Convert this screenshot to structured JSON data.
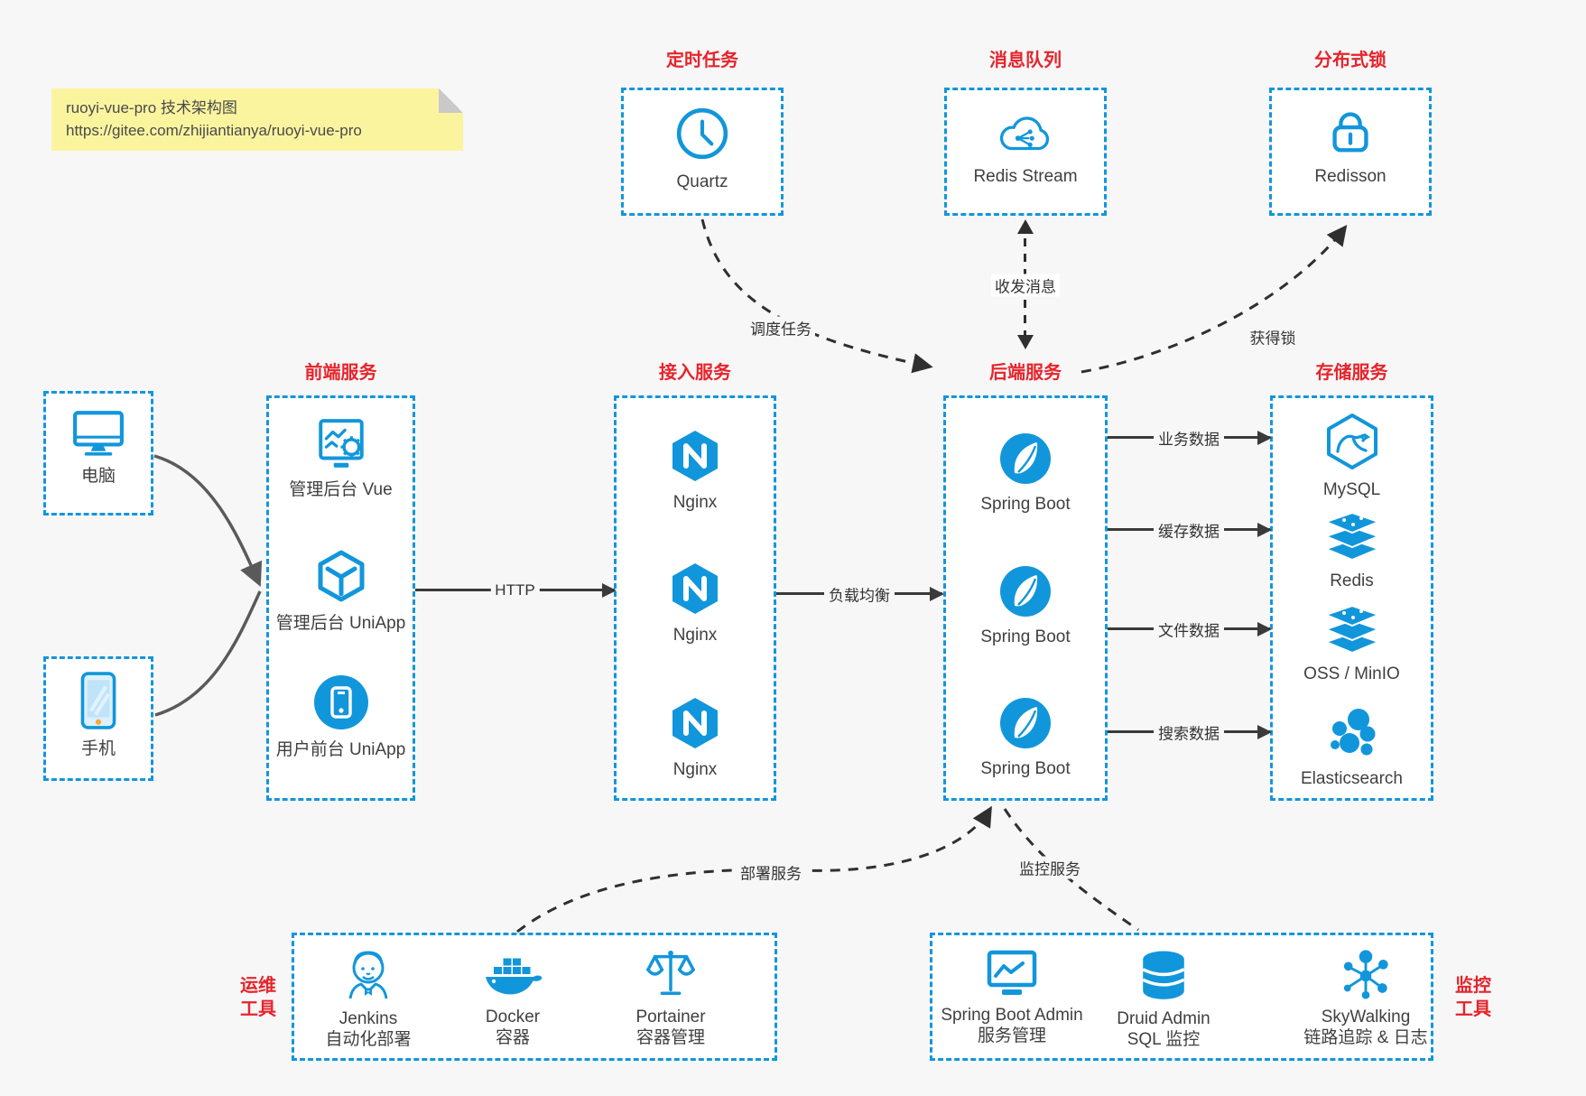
{
  "colors": {
    "accent_blue": "#1296db",
    "accent_red": "#e6242b",
    "line_dark": "#3a3a3a",
    "note_bg": "#fbf49f"
  },
  "note": {
    "line1": "ruoyi-vue-pro 技术架构图",
    "line2": "https://gitee.com/zhijiantianya/ruoyi-vue-pro"
  },
  "top_groups": [
    {
      "title": "定时任务",
      "item": {
        "label": "Quartz",
        "icon": "clock-icon"
      }
    },
    {
      "title": "消息队列",
      "item": {
        "label": "Redis Stream",
        "icon": "cloud-stream-icon"
      }
    },
    {
      "title": "分布式锁",
      "item": {
        "label": "Redisson",
        "icon": "lock-icon"
      }
    }
  ],
  "clients": [
    {
      "label": "电脑",
      "icon": "desktop-icon"
    },
    {
      "label": "手机",
      "icon": "phone-icon"
    }
  ],
  "columns": [
    {
      "title": "前端服务",
      "items": [
        {
          "label": "管理后台 Vue",
          "icon": "admin-vue-icon"
        },
        {
          "label": "管理后台 UniApp",
          "icon": "uniapp-cube-icon"
        },
        {
          "label": "用户前台 UniApp",
          "icon": "user-app-icon"
        }
      ]
    },
    {
      "title": "接入服务",
      "items": [
        {
          "label": "Nginx",
          "icon": "nginx-icon"
        },
        {
          "label": "Nginx",
          "icon": "nginx-icon"
        },
        {
          "label": "Nginx",
          "icon": "nginx-icon"
        }
      ]
    },
    {
      "title": "后端服务",
      "items": [
        {
          "label": "Spring Boot",
          "icon": "spring-boot-icon"
        },
        {
          "label": "Spring Boot",
          "icon": "spring-boot-icon"
        },
        {
          "label": "Spring Boot",
          "icon": "spring-boot-icon"
        }
      ]
    },
    {
      "title": "存储服务",
      "items": [
        {
          "label": "MySQL",
          "icon": "mysql-icon"
        },
        {
          "label": "Redis",
          "icon": "redis-stack-icon"
        },
        {
          "label": "OSS / MinIO",
          "icon": "oss-stack-icon"
        },
        {
          "label": "Elasticsearch",
          "icon": "elasticsearch-icon"
        }
      ]
    }
  ],
  "bottom_groups": [
    {
      "side_line1": "运维",
      "side_line2": "工具",
      "items": [
        {
          "title": "Jenkins",
          "subtitle": "自动化部署",
          "icon": "jenkins-icon"
        },
        {
          "title": "Docker",
          "subtitle": "容器",
          "icon": "docker-icon"
        },
        {
          "title": "Portainer",
          "subtitle": "容器管理",
          "icon": "portainer-icon"
        }
      ]
    },
    {
      "side_line1": "监控",
      "side_line2": "工具",
      "items": [
        {
          "title": "Spring Boot Admin",
          "subtitle": "服务管理",
          "icon": "sba-icon"
        },
        {
          "title": "Druid Admin",
          "subtitle": "SQL 监控",
          "icon": "druid-icon"
        },
        {
          "title": "SkyWalking",
          "subtitle": "链路追踪 & 日志",
          "icon": "skywalking-icon"
        }
      ]
    }
  ],
  "edges": {
    "http": "HTTP",
    "load_balance": "负载均衡",
    "business_data": "业务数据",
    "cache_data": "缓存数据",
    "file_data": "文件数据",
    "search_data": "搜索数据",
    "schedule_task": "调度任务",
    "send_receive_msg": "收发消息",
    "acquire_lock": "获得锁",
    "deploy_service": "部署服务",
    "monitor_service": "监控服务"
  }
}
